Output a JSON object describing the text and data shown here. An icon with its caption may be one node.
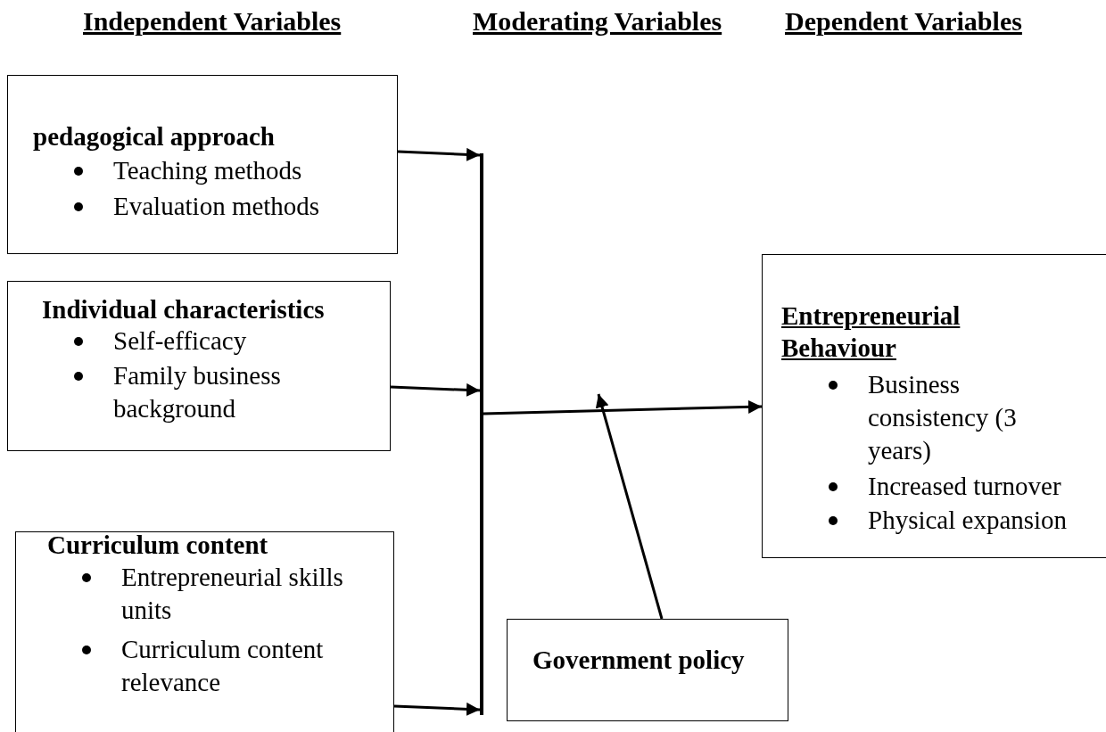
{
  "diagram": {
    "nodes": [
      {
        "text": [
          "pedagogical approach",
          "Teaching methods",
          "Evaluation methods"
        ]
      },
      {
        "text": [
          "Individual characteristics",
          "Self-efficacy",
          "Family business background"
        ]
      },
      {
        "text": [
          "Curriculum content",
          "Entrepreneurial skills units",
          "Curriculum content relevance"
        ]
      },
      {
        "text": [],
        "shape": "bar"
      },
      {
        "text": [
          "Entrepreneurial Behaviour",
          "Business consistency (3 years)",
          "Increased turnover",
          "Physical expansion"
        ]
      },
      {
        "text": [
          "Government policy"
        ]
      }
    ],
    "edges": [
      {
        "from": 0,
        "to": 3,
        "arrow": "to"
      },
      {
        "from": 1,
        "to": 3,
        "arrow": "to"
      },
      {
        "from": 2,
        "to": 3,
        "arrow": "to"
      },
      {
        "from": 3,
        "to": 4,
        "arrow": "to"
      },
      {
        "from": 5,
        "to": null,
        "arrow": "to"
      }
    ],
    "labels": [
      "Independent Variables",
      "Moderating Variables",
      "Dependent Variables"
    ]
  }
}
